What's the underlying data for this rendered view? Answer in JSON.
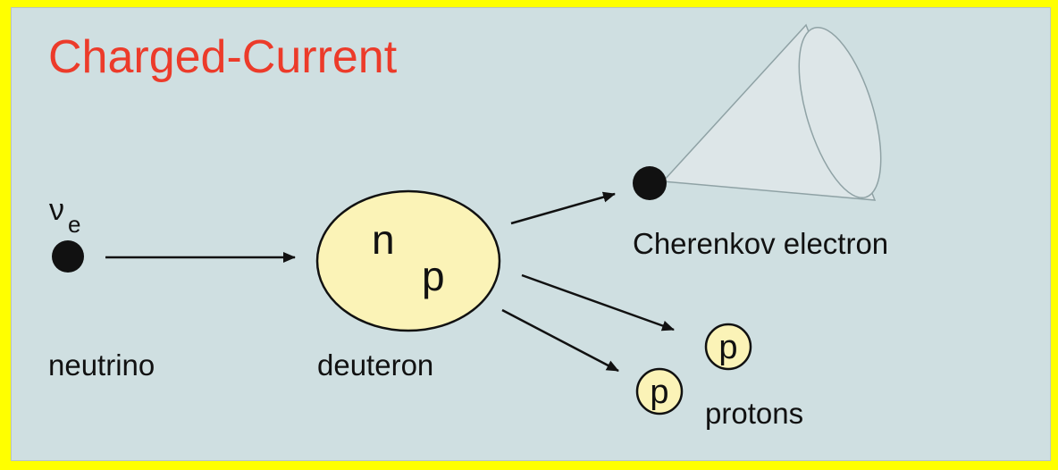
{
  "title": "Charged-Current",
  "particles": {
    "neutrino_symbol": "ν",
    "neutrino_subscript": "e",
    "neutrino_label": "neutrino",
    "deuteron_label": "deuteron",
    "deuteron_n": "n",
    "deuteron_p": "p",
    "electron_label": "Cherenkov electron",
    "proton_letter_1": "p",
    "proton_letter_2": "p",
    "protons_label": "protons"
  },
  "colors": {
    "border": "#ffff00",
    "background": "#cfdfe1",
    "title": "#ec3b2a",
    "deuteron_fill": "#fbf3b7",
    "proton_fill": "#fbf3b7",
    "cone_fill": "#dde6e8"
  }
}
